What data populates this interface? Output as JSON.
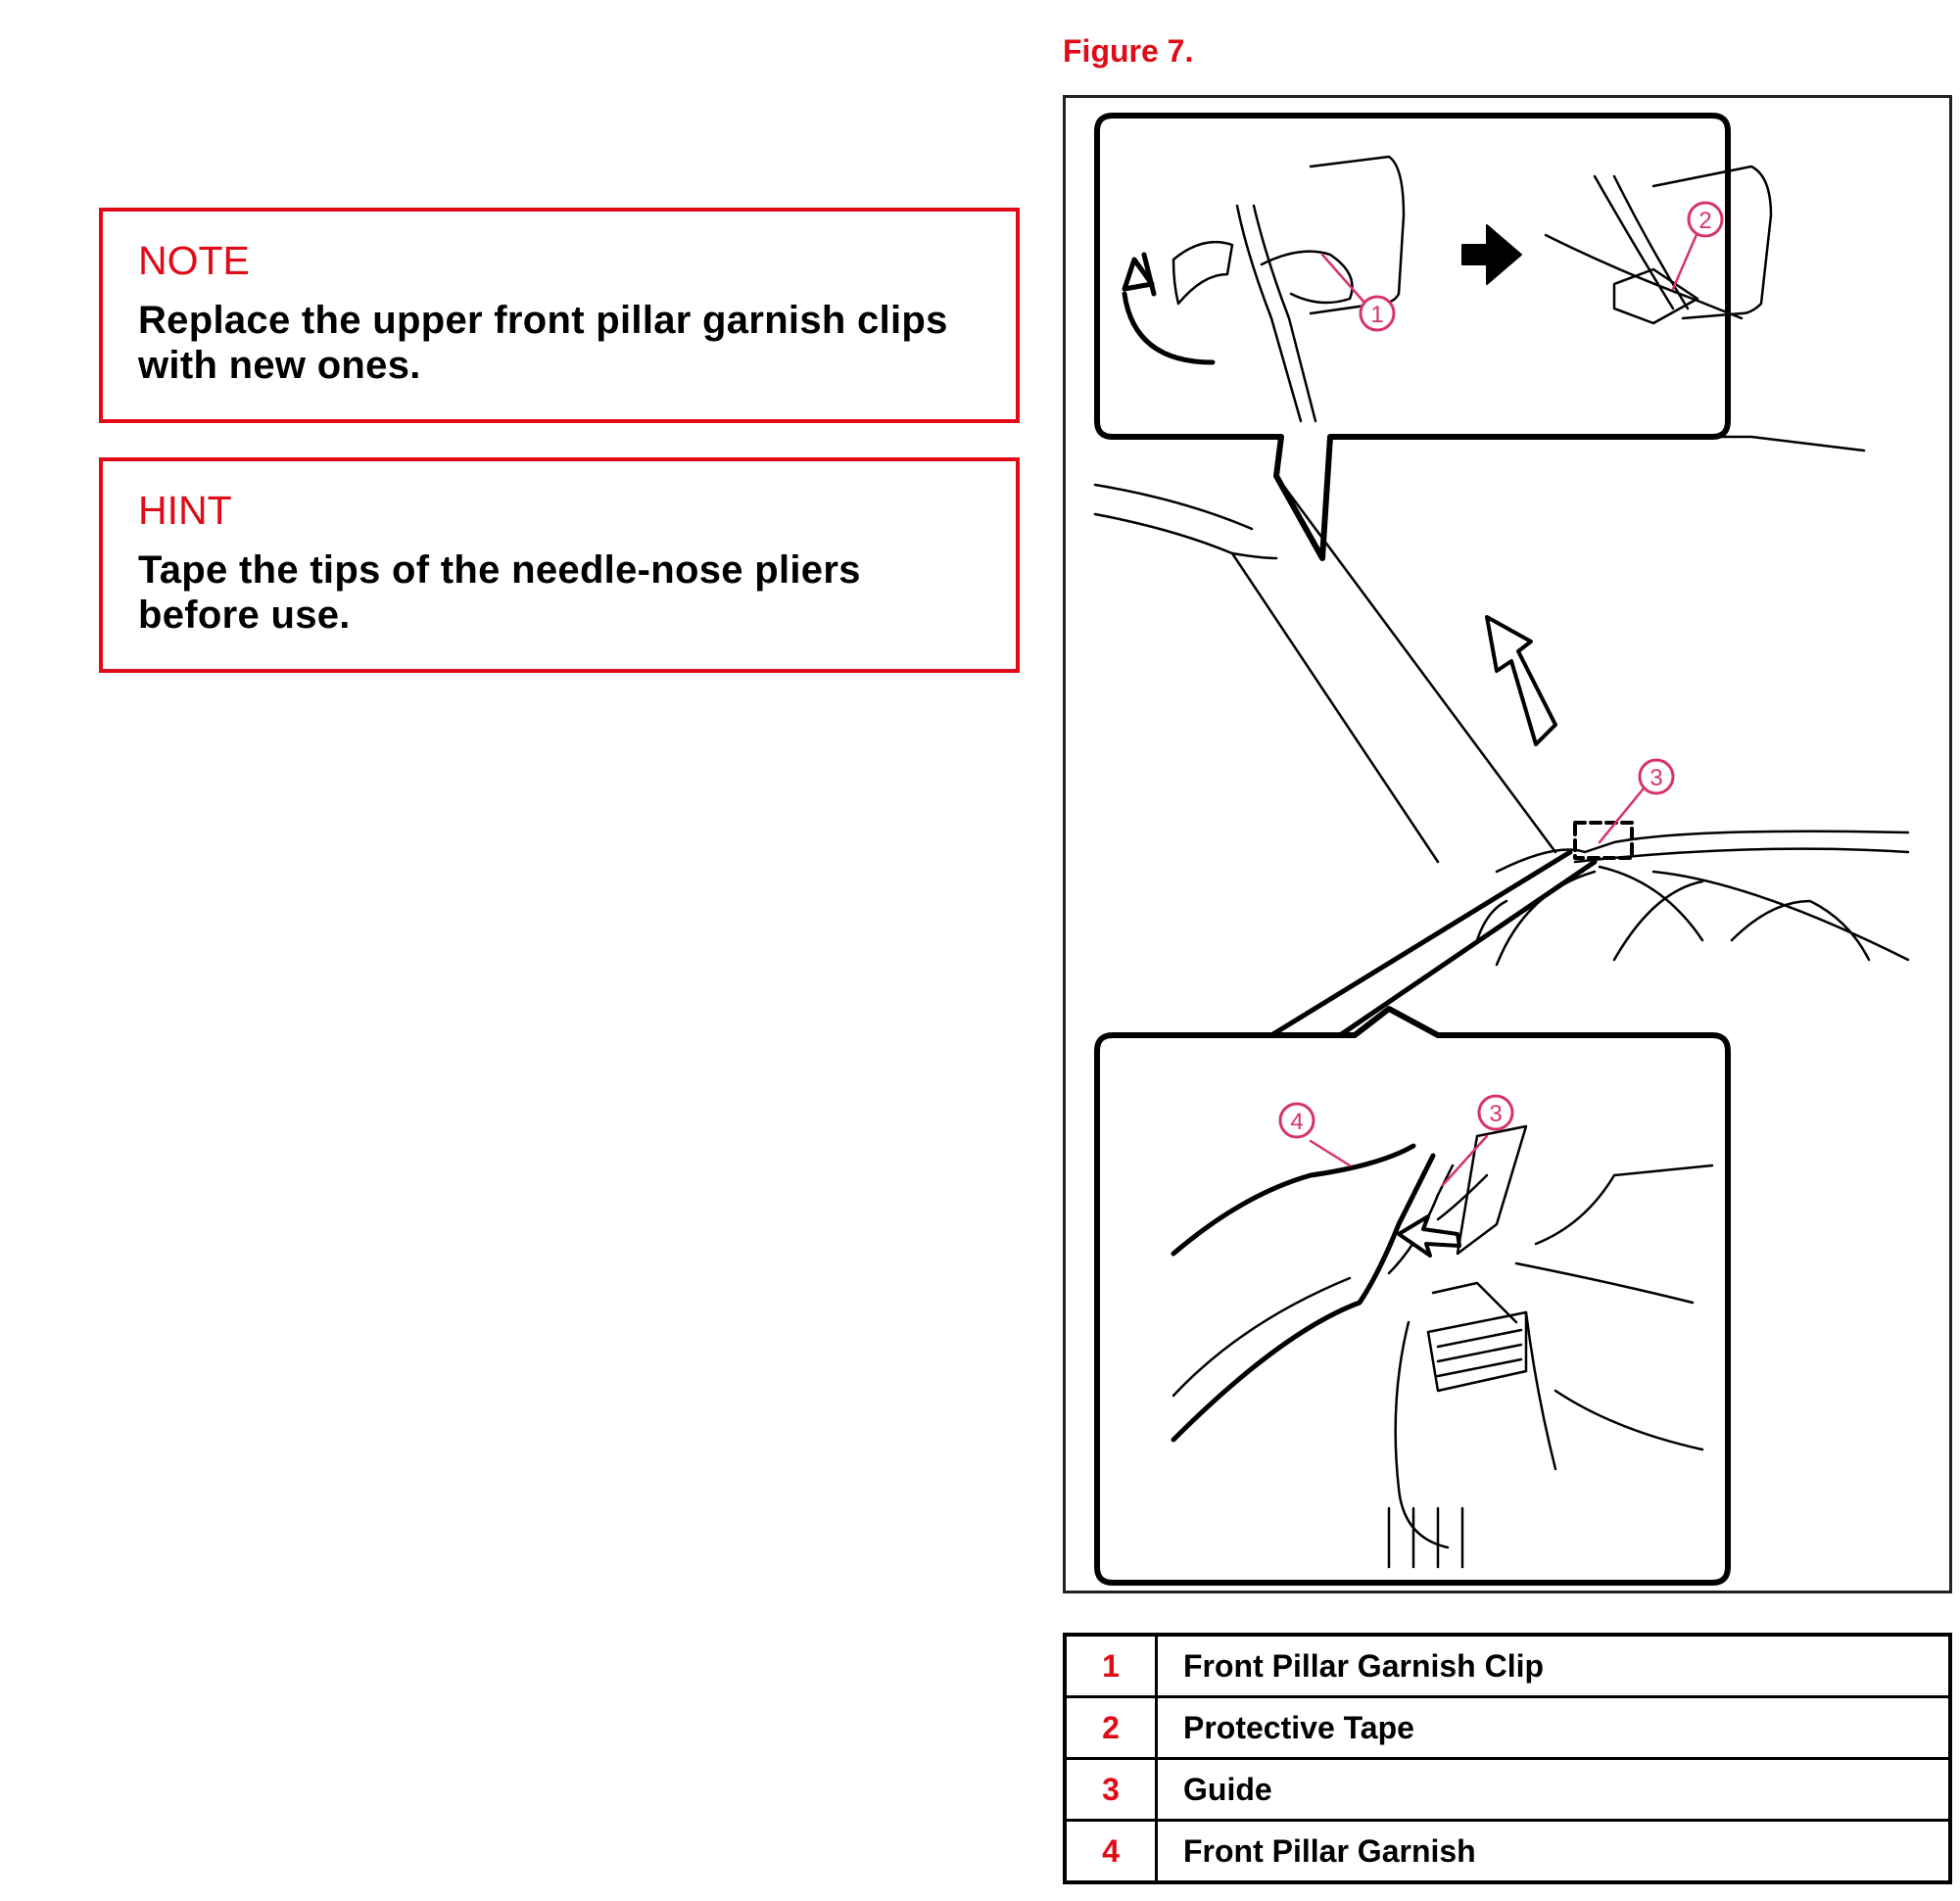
{
  "note": {
    "heading": "NOTE",
    "text": "Replace the upper front pillar garnish clips with new ones."
  },
  "hint": {
    "heading": "HINT",
    "text": "Tape the tips of the needle-nose pliers before use."
  },
  "figure": {
    "title": "Figure 7.",
    "callouts": [
      "1",
      "2",
      "3",
      "3",
      "4"
    ]
  },
  "legend": [
    {
      "num": "1",
      "label": "Front Pillar Garnish Clip"
    },
    {
      "num": "2",
      "label": "Protective Tape"
    },
    {
      "num": "3",
      "label": "Guide"
    },
    {
      "num": "4",
      "label": "Front Pillar Garnish"
    }
  ],
  "colors": {
    "accent": "#e00b16",
    "callout": "#d6336c",
    "line": "#000000"
  }
}
